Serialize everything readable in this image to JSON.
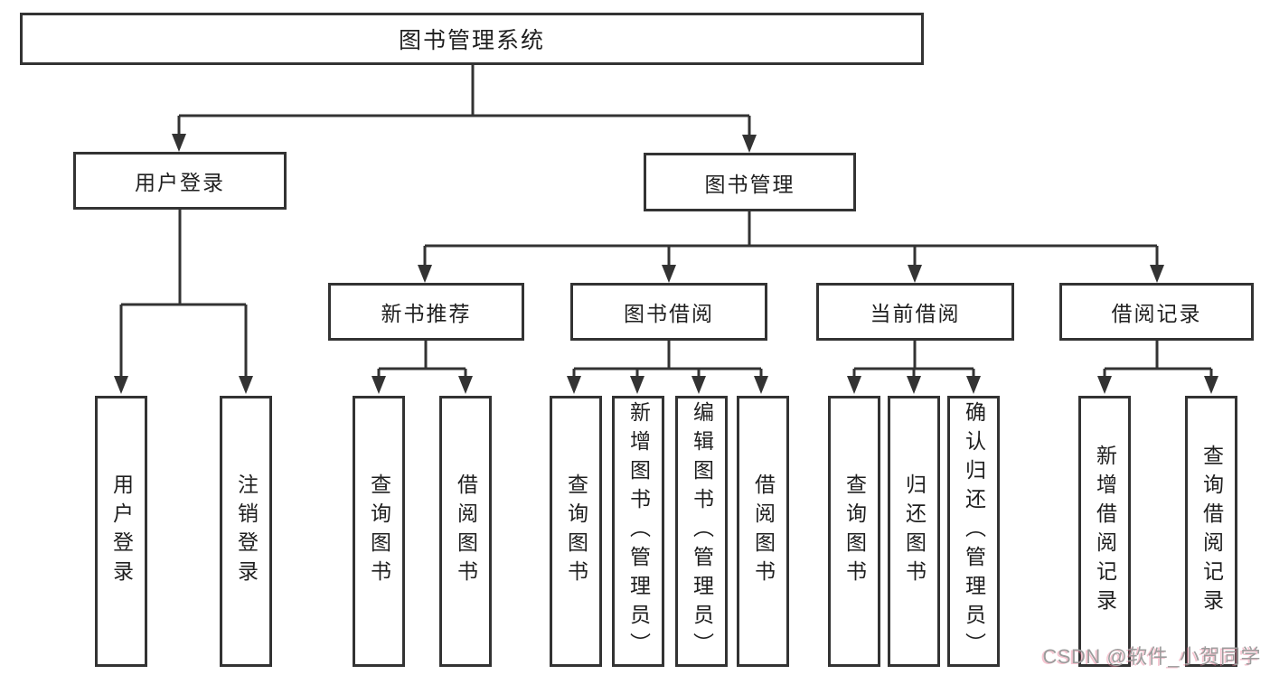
{
  "diagram_type": "hierarchy-tree",
  "colors": {
    "line": "#333333",
    "node_border": "#333333",
    "node_fill": "#ffffff",
    "text": "#1f1f1f",
    "watermark_gray": "#9c9c9c",
    "watermark_pink": "#eb7d96"
  },
  "hierarchy": {
    "label": "图书管理系统",
    "children": [
      {
        "label": "用户登录",
        "children": [
          {
            "label": "用户登录"
          },
          {
            "label": "注销登录"
          }
        ]
      },
      {
        "label": "图书管理",
        "children": [
          {
            "label": "新书推荐",
            "children": [
              {
                "label": "查询图书"
              },
              {
                "label": "借阅图书"
              }
            ]
          },
          {
            "label": "图书借阅",
            "children": [
              {
                "label": "查询图书"
              },
              {
                "label": "新增图书（管理员）"
              },
              {
                "label": "编辑图书（管理员）"
              },
              {
                "label": "借阅图书"
              }
            ]
          },
          {
            "label": "当前借阅",
            "children": [
              {
                "label": "查询图书"
              },
              {
                "label": "归还图书"
              },
              {
                "label": "确认归还（管理员）"
              }
            ]
          },
          {
            "label": "借阅记录",
            "children": [
              {
                "label": "新增借阅记录"
              },
              {
                "label": "查询借阅记录"
              }
            ]
          }
        ]
      }
    ]
  },
  "watermark": {
    "text": "CSDN @软件_小贺同学"
  }
}
